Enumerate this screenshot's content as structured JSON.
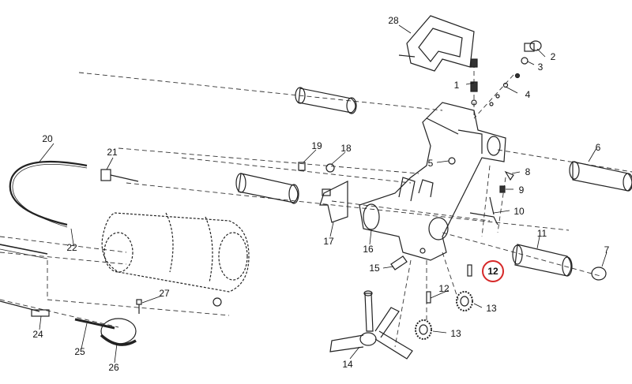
{
  "diagram": {
    "highlight_color": "#d62828",
    "highlighted_part": "12",
    "callouts": [
      {
        "id": "c28",
        "text": "28"
      },
      {
        "id": "c2",
        "text": "2"
      },
      {
        "id": "c3",
        "text": "3"
      },
      {
        "id": "c1",
        "text": "1"
      },
      {
        "id": "c4",
        "text": "4"
      },
      {
        "id": "c6",
        "text": "6"
      },
      {
        "id": "c5",
        "text": "5"
      },
      {
        "id": "c8",
        "text": "8"
      },
      {
        "id": "c9",
        "text": "9"
      },
      {
        "id": "c10",
        "text": "10"
      },
      {
        "id": "c11",
        "text": "11"
      },
      {
        "id": "c7",
        "text": "7"
      },
      {
        "id": "c12a",
        "text": "12"
      },
      {
        "id": "c12b",
        "text": "12"
      },
      {
        "id": "c13a",
        "text": "13"
      },
      {
        "id": "c13b",
        "text": "13"
      },
      {
        "id": "c14",
        "text": "14"
      },
      {
        "id": "c15",
        "text": "15"
      },
      {
        "id": "c16",
        "text": "16"
      },
      {
        "id": "c17",
        "text": "17"
      },
      {
        "id": "c18",
        "text": "18"
      },
      {
        "id": "c19",
        "text": "19"
      },
      {
        "id": "c20",
        "text": "20"
      },
      {
        "id": "c21",
        "text": "21"
      },
      {
        "id": "c22",
        "text": "22"
      },
      {
        "id": "c24",
        "text": "24"
      },
      {
        "id": "c25",
        "text": "25"
      },
      {
        "id": "c26",
        "text": "26"
      },
      {
        "id": "c27",
        "text": "27"
      }
    ]
  }
}
